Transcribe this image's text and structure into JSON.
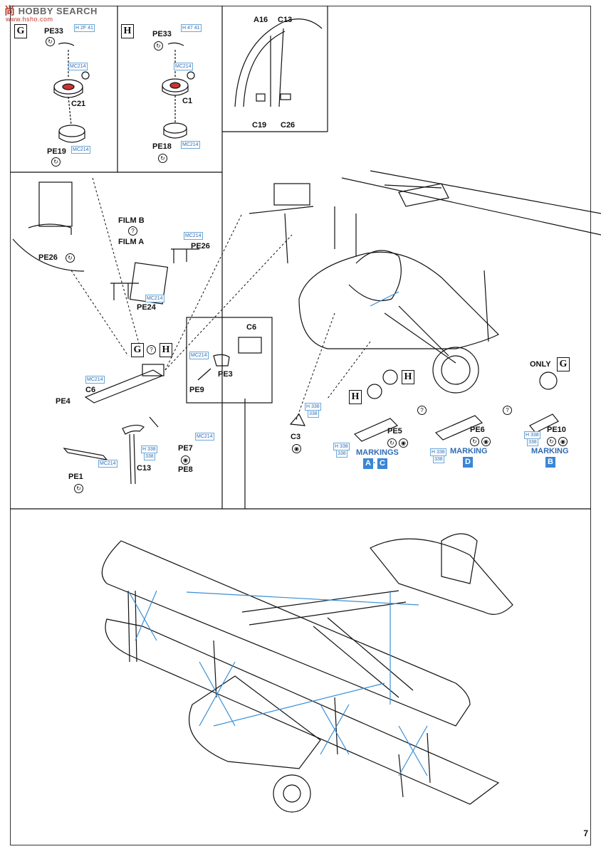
{
  "watermark": {
    "cn": "尚",
    "text": "HOBBY SEARCH",
    "url": "www.hsho.com"
  },
  "page_number": "7",
  "insets": {
    "G": {
      "box": "G",
      "part_top": "PE33",
      "tag_top": "H 2F 41",
      "tag_mid": "MC214",
      "part_mid": "C21",
      "part_bot": "PE19",
      "tag_bot": "MC214"
    },
    "H": {
      "box": "H",
      "part_top": "PE33",
      "tag_top": "H 47 41",
      "tag_mid": "MC214",
      "part_mid": "C1",
      "part_bot": "PE18",
      "tag_bot": "MC214"
    },
    "cockpit": {
      "label_a": "A16",
      "label_b": "C13",
      "label_c": "C19",
      "label_d": "C26"
    }
  },
  "gun": {
    "pe26_left": "PE26",
    "film_b": "FILM B",
    "film_a": "FILM A",
    "pe26": "PE26",
    "tag_pe26": "MC214",
    "pe24": "PE24",
    "tag_pe24": "MC214",
    "box_g": "G",
    "box_h": "H",
    "c6_big": "C6",
    "tag_c6": "MC214",
    "pe4": "PE4",
    "pe1": "PE1",
    "tag_pe1": "MC214",
    "c13": "C13",
    "tag_c13a": "H 338",
    "tag_c13b": "338",
    "pe7": "PE7",
    "pe8": "PE8",
    "tag_pe7": "MC214",
    "c6_small": "C6",
    "pe3": "PE3",
    "pe9": "PE9",
    "tag_pe3": "MC214"
  },
  "wheels": {
    "c3": "C3",
    "tag_c3a": "H 338",
    "tag_c3b": "338",
    "box_h1": "H",
    "box_h2": "H",
    "pe5": "PE5",
    "tag_pe5a": "H 338",
    "tag_pe5b": "338",
    "markings_ac": "MARKINGS",
    "mark_a": "A",
    "mark_sep": "·",
    "mark_c": "C",
    "pe6": "PE6",
    "tag_pe6a": "H 338",
    "tag_pe6b": "338",
    "marking_d": "MARKING",
    "mark_d": "D",
    "only": "ONLY",
    "box_g": "G",
    "pe10": "PE10",
    "tag_pe10a": "H 338",
    "tag_pe10b": "338",
    "marking_b": "MARKING",
    "mark_b": "B"
  }
}
